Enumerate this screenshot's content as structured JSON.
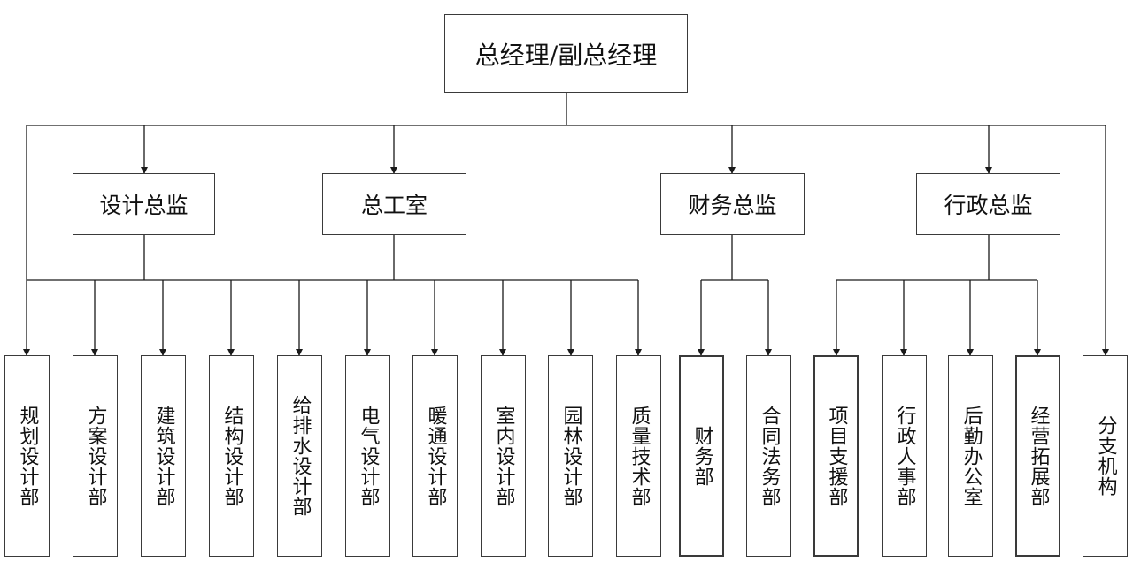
{
  "root": {
    "label": "总经理/副总经理"
  },
  "level2": [
    {
      "id": "design",
      "label": "设计总监"
    },
    {
      "id": "engineering",
      "label": "总工室"
    },
    {
      "id": "finance",
      "label": "财务总监"
    },
    {
      "id": "admin",
      "label": "行政总监"
    }
  ],
  "departments": [
    {
      "label": "规划设计部"
    },
    {
      "label": "方案设计部"
    },
    {
      "label": "建筑设计部"
    },
    {
      "label": "结构设计部"
    },
    {
      "label": "给排水设计部"
    },
    {
      "label": "电气设计部"
    },
    {
      "label": "暖通设计部"
    },
    {
      "label": "室内设计部"
    },
    {
      "label": "园林设计部"
    },
    {
      "label": "质量技术部"
    },
    {
      "label": "财务部"
    },
    {
      "label": "合同法务部"
    },
    {
      "label": "项目支援部"
    },
    {
      "label": "行政人事部"
    },
    {
      "label": "后勤办公室"
    },
    {
      "label": "经营拓展部"
    },
    {
      "label": "分支机构"
    }
  ],
  "colors": {
    "line": "#1a1a1a",
    "border": "#3a3a3a",
    "text": "#111111"
  }
}
